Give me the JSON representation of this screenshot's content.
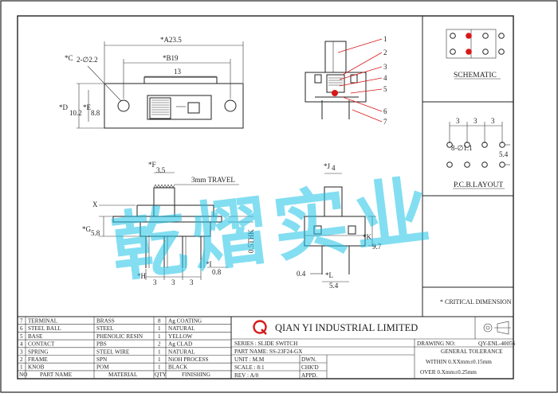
{
  "top_view": {
    "dim_a": "*A23.5",
    "dim_b": "*B19",
    "dim_c": "*C",
    "hole_dia": "2-∅2.2",
    "dim_13": "13",
    "dim_d": "*D",
    "dim_d_val": "10.2",
    "dim_e": "*E",
    "dim_e_val": "8.8"
  },
  "front_view": {
    "dim_f": "*F",
    "dim_f_val": "3.5",
    "travel": "3mm TRAVEL",
    "x_label": "X",
    "dim_g": "*G",
    "dim_g_val": "5.8",
    "thk": "0.5THK",
    "dim_h": "*H",
    "dim_i": "*I",
    "dim_i_val": "0.8",
    "pitch": [
      "3",
      "3",
      "3"
    ]
  },
  "side_view": {
    "dim_j": "*J",
    "dim_j_val": "4",
    "dim_k": "*K",
    "dim_k_val": "9.7",
    "dim_04": "0.4",
    "dim_l": "*L",
    "dim_l_val": "5.4"
  },
  "callouts": [
    "1",
    "2",
    "3",
    "4",
    "5",
    "6",
    "7"
  ],
  "schematic_label": "SCHEMATIC",
  "pcb": {
    "pitch": [
      "3",
      "3",
      "3"
    ],
    "holes": "8-∅1.1",
    "spacing": "5.4",
    "label": "P.C.B.LAYOUT"
  },
  "critical_note": "* CRITICAL  DIMENSION",
  "watermark": "乾熠实业",
  "bom": [
    {
      "no": "7",
      "part": "TERMINAL",
      "material": "BRASS",
      "qty": "8",
      "finish": "Ag COATING"
    },
    {
      "no": "6",
      "part": "STEEL BALL",
      "material": "STEEL",
      "qty": "1",
      "finish": "NATURAL"
    },
    {
      "no": "5",
      "part": "BASE",
      "material": "PHENOLIC RESIN",
      "qty": "1",
      "finish": "YELLOW"
    },
    {
      "no": "4",
      "part": "CONTACT",
      "material": "PBS",
      "qty": "2",
      "finish": "Ag CLAD"
    },
    {
      "no": "3",
      "part": "SPRING",
      "material": "STEEL WIRE",
      "qty": "1",
      "finish": "NATURAL"
    },
    {
      "no": "2",
      "part": "FRAME",
      "material": "SPN",
      "qty": "1",
      "finish": "NiOH PROCESS"
    },
    {
      "no": "1",
      "part": "KNOB",
      "material": "POM",
      "qty": "1",
      "finish": "BLACK"
    }
  ],
  "bom_header": {
    "no": "NO",
    "part": "PART NAME",
    "material": "MATERIAL",
    "qty": "QTY",
    "finish": "FINISHING"
  },
  "company": "QIAN  YI  INDUSTRIAL  LIMITED",
  "drawing_no_label": "DRAWING NO:",
  "drawing_no": "QY-ENL-40056",
  "series": "SERIES : SLIDE SWITCH",
  "part_name": "PART NAME: SS-23F24-GX",
  "unit": "UNIT : M.M",
  "dwn": "DWN.",
  "scale": "SCALE : 8:1",
  "chkd": "CHK'D",
  "rev": "REV : A/0",
  "appd": "APPD.",
  "tolerance_title": "GENERAL  TOLERANCE",
  "tol_within": "WITHIN  0.XXmm±0.15mm",
  "tol_over": "OVER    0.Xmm±0.25mm"
}
